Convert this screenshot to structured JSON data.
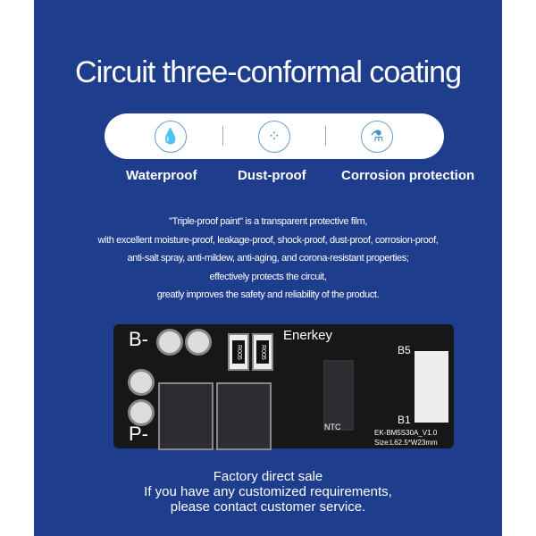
{
  "title": "Circuit three-conformal coating",
  "features": [
    {
      "label": "Waterproof",
      "icon": "water-drop-icon"
    },
    {
      "label": "Dust-proof",
      "icon": "dust-particles-icon"
    },
    {
      "label": "Corrosion protection",
      "icon": "test-tube-icon"
    }
  ],
  "description": [
    "\"Triple-proof paint\" is a transparent protective film,",
    "with excellent moisture-proof, leakage-proof, shock-proof, dust-proof, corrosion-proof,",
    "anti-salt spray, anti-mildew, anti-aging, and corona-resistant properties;",
    "effectively protects the circuit,",
    "greatly improves the safety and reliability of the product."
  ],
  "board": {
    "brand": "Enerkey",
    "b_minus": "B-",
    "p_minus": "P-",
    "b5": "B5",
    "b1": "B1",
    "ntc": "NTC",
    "model": "EK-BM5S30A_V1.0",
    "size": "Size:L62.5*W23mm",
    "resistor": "R005"
  },
  "footer": [
    "Factory direct sale",
    "If you have any customized requirements,",
    "please contact customer service."
  ],
  "colors": {
    "background": "#1e3d8c",
    "accent": "#4a8bc4"
  }
}
